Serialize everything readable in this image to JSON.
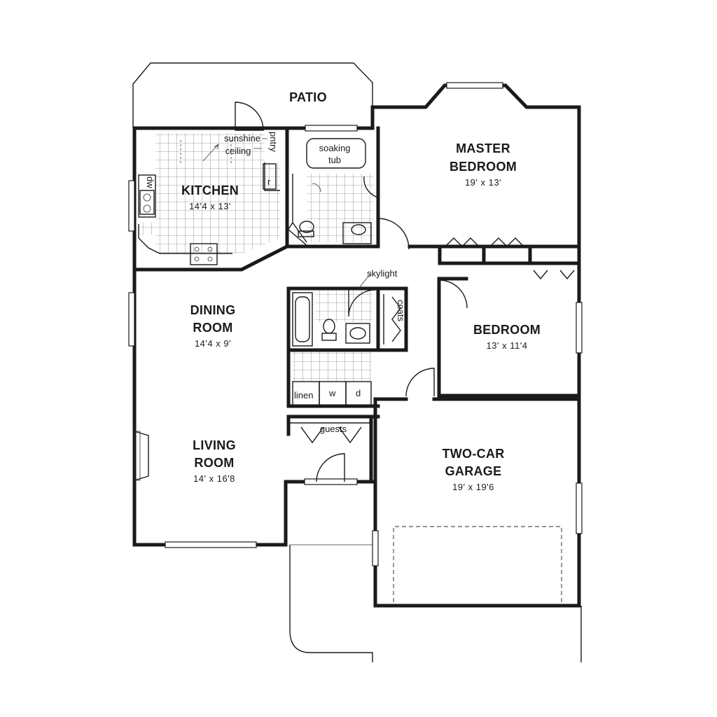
{
  "labels": {
    "patio": "PATIO",
    "kitchen": "KITCHEN",
    "kitchen_size": "14'4 x 13'",
    "sunshine_line1": "sunshine",
    "sunshine_line2": "ceiling",
    "pantry": "pntry",
    "fridge": "r",
    "dishwasher": "dw",
    "soaking_line1": "soaking",
    "soaking_line2": "tub",
    "master_line1": "MASTER",
    "master_line2": "BEDROOM",
    "master_size": "19' x 13'",
    "skylight": "skylight",
    "coats": "coats",
    "dining_line1": "DINING",
    "dining_line2": "ROOM",
    "dining_size": "14'4 x 9'",
    "bedroom": "BEDROOM",
    "bedroom_size": "13' x 11'4",
    "linen": "linen",
    "washer": "w",
    "dryer": "d",
    "guests": "guests",
    "living_line1": "LIVING",
    "living_line2": "ROOM",
    "living_size": "14' x 16'8",
    "garage_line1": "TWO-CAR",
    "garage_line2": "GARAGE",
    "garage_size": "19' x 19'6"
  }
}
